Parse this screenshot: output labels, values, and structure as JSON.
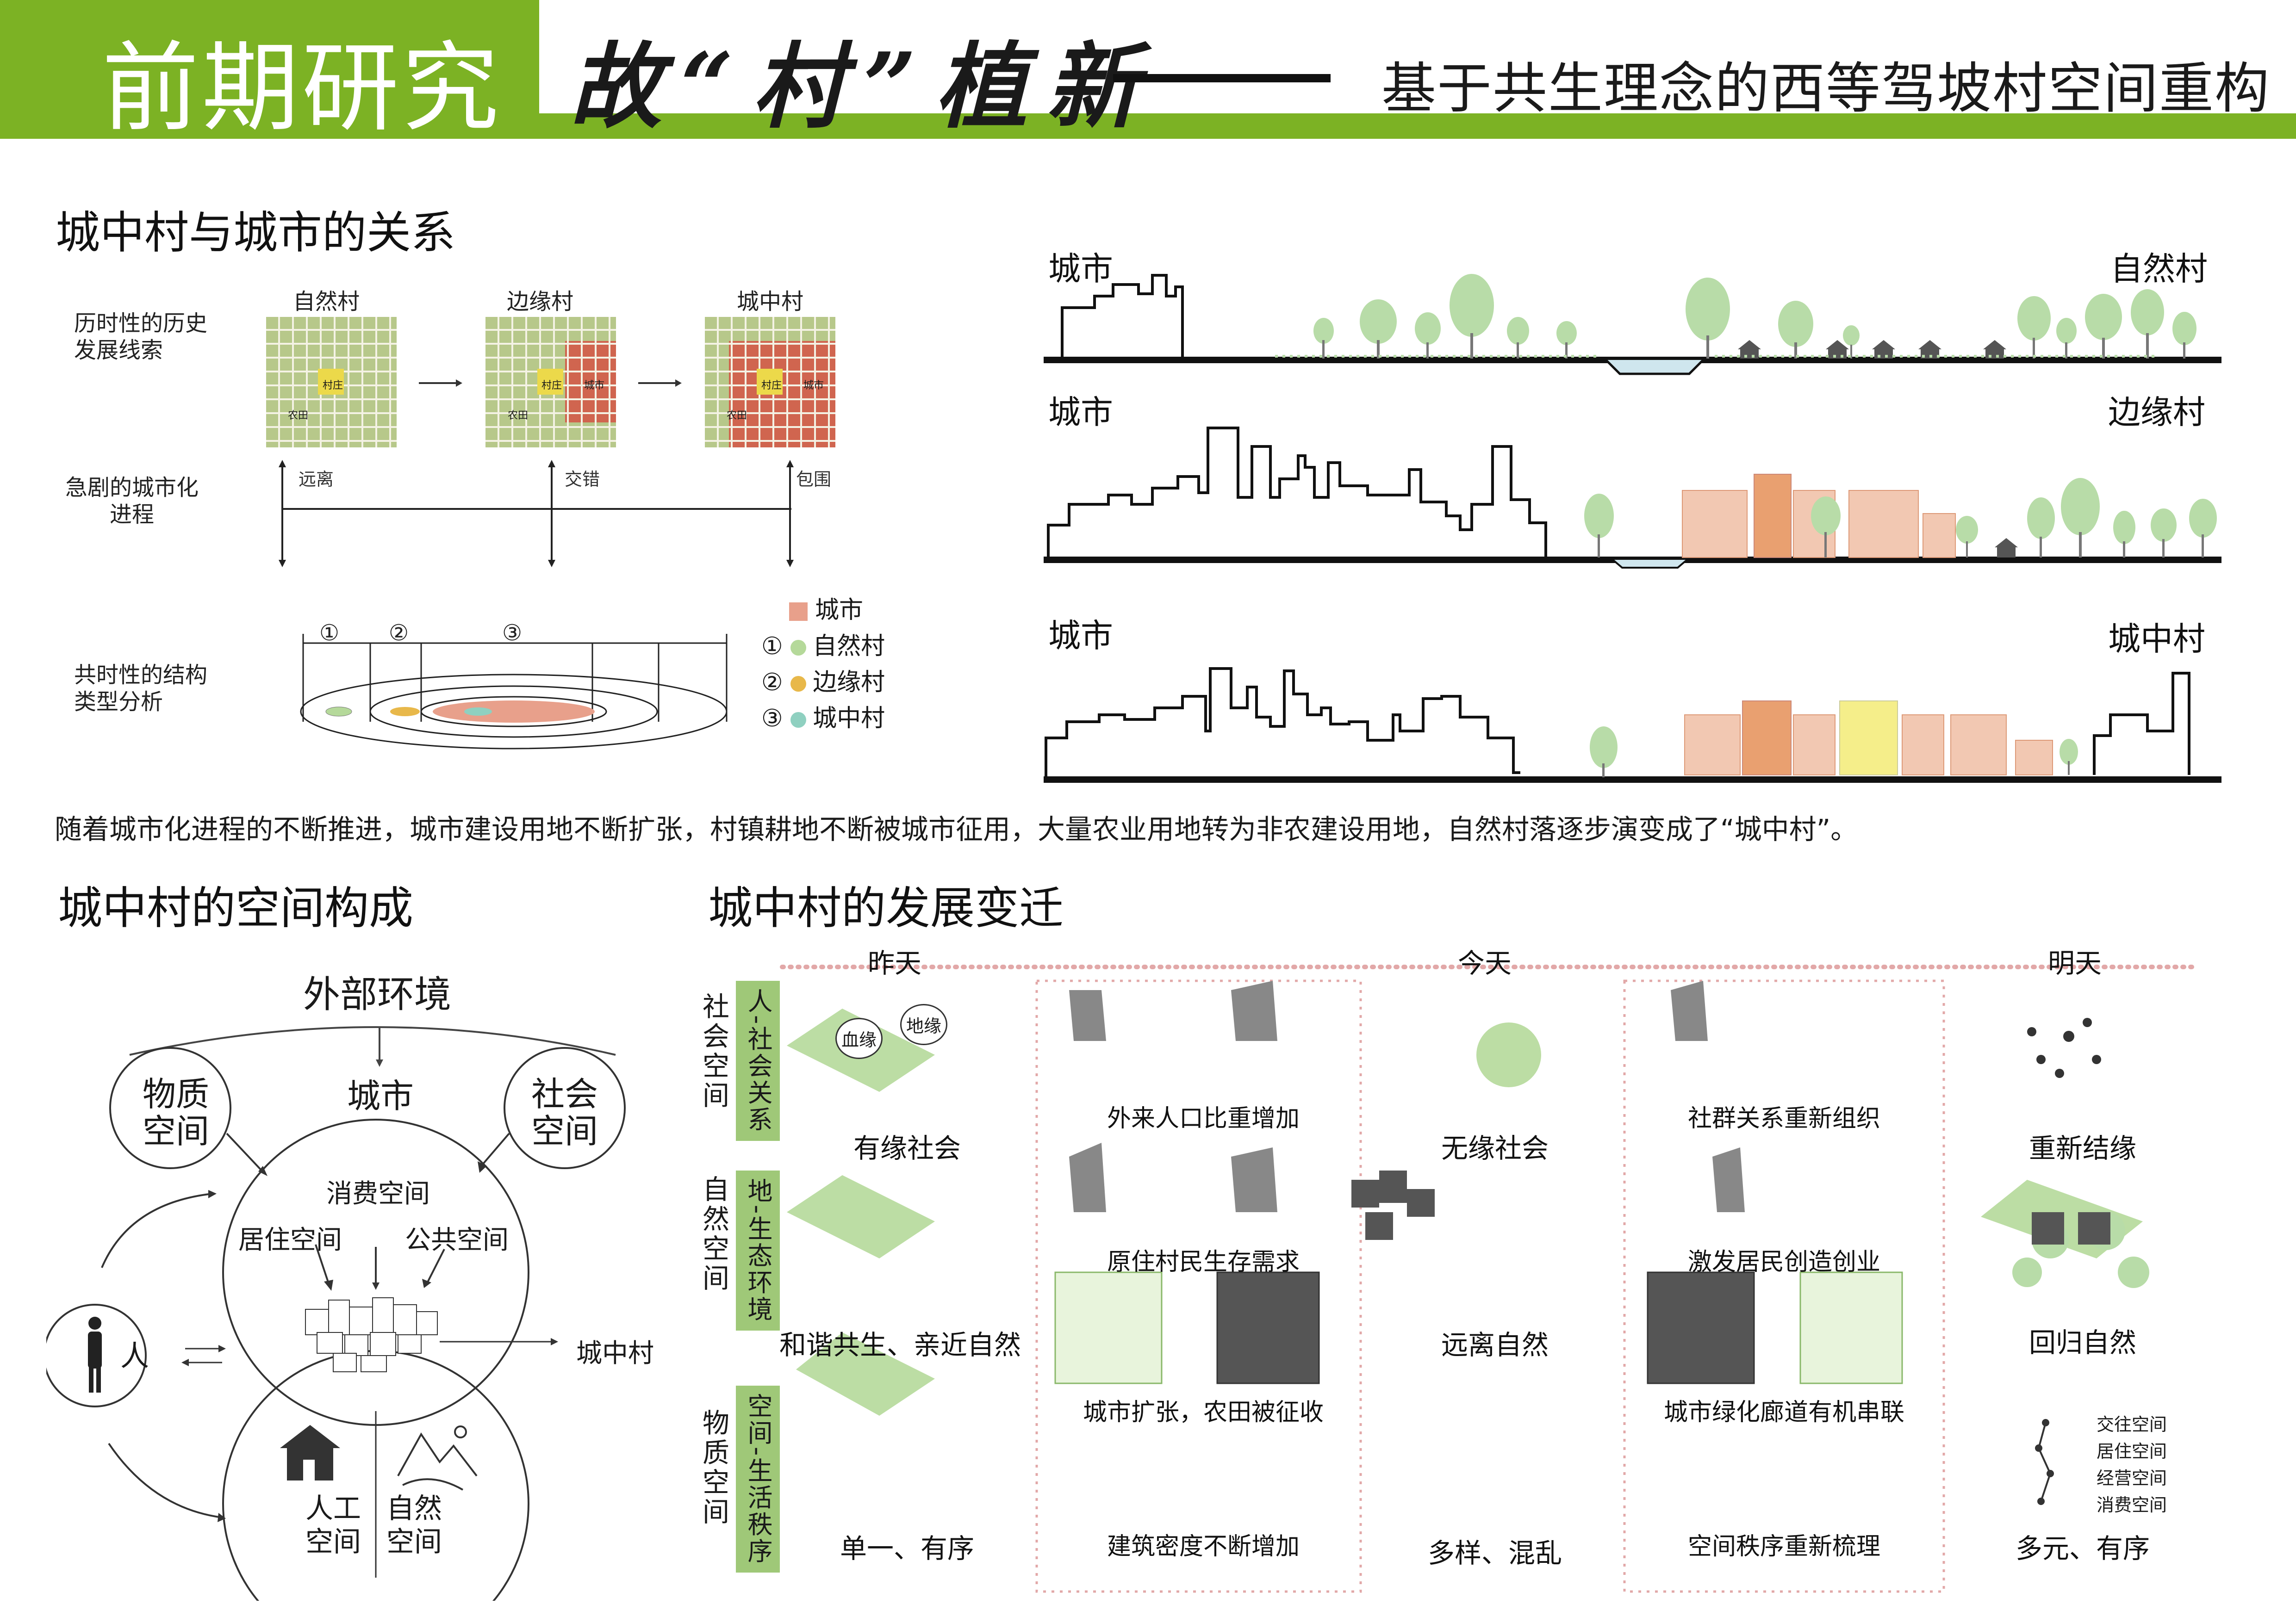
{
  "header": {
    "section_label": "前期研究",
    "calligraphy_title": "故“村”植新",
    "subtitle": "基于共生理念的西等驾坡村空间重构"
  },
  "relation": {
    "title": "城中村与城市的关系",
    "row_labels": {
      "historical": "历时性的历史发展线索",
      "urbanization": "急剧的城市化进程",
      "synchronic": "共时性的结构类型分析"
    },
    "grid_titles": [
      "自然村",
      "边缘村",
      "城中村"
    ],
    "grid_cell_labels": {
      "village": "村庄",
      "farmland": "农田",
      "city": "城市"
    },
    "arrow_labels": [
      "远离",
      "交错",
      "包围"
    ],
    "ring_numbers": [
      "①",
      "②",
      "③"
    ],
    "legend": [
      {
        "label": "城市",
        "color": "#e8a08b",
        "shape": "square"
      },
      {
        "num": "①",
        "label": "自然村",
        "color": "#b5d99a"
      },
      {
        "num": "②",
        "label": "边缘村",
        "color": "#e8b84a"
      },
      {
        "num": "③",
        "label": "城中村",
        "color": "#8fd0c0"
      }
    ],
    "sections": [
      {
        "left": "城市",
        "right": "自然村"
      },
      {
        "left": "城市",
        "right": "边缘村"
      },
      {
        "left": "城市",
        "right": "城中村"
      }
    ],
    "summary": "随着城市化进程的不断推进，城市建设用地不断扩张，村镇耕地不断被城市征用，大量农业用地转为非农建设用地，自然村落逐步演变成了“城中村”。"
  },
  "composition": {
    "title": "城中村的空间构成",
    "outer": "外部环境",
    "city": "城市",
    "physical": "物质空间",
    "social": "社会空间",
    "consumption": "消费空间",
    "residential": "居住空间",
    "public": "公共空间",
    "person": "人",
    "urban_village": "城中村",
    "artificial": "人工空间",
    "natural": "自然空间"
  },
  "evolution": {
    "title": "城中村的发展变迁",
    "periods": [
      "昨天",
      "今天",
      "明天"
    ],
    "row_groups": [
      {
        "outer": "社会空间",
        "inner": "人-社会关系"
      },
      {
        "outer": "自然空间",
        "inner": "地-生态环境"
      },
      {
        "outer": "物质空间",
        "inner": "空间-生活秩序"
      }
    ],
    "yesterday": [
      "有缘社会",
      "和谐共生、亲近自然",
      "单一、有序"
    ],
    "yesterday_tags": [
      "血缘",
      "地缘"
    ],
    "today_left": [
      "外来人口比重增加",
      "原住村民生存需求",
      "城市扩张，农田被征收",
      "建筑密度不断增加"
    ],
    "today_mid": [
      "无缘社会",
      "远离自然",
      "多样、混乱"
    ],
    "today_right": [
      "社群关系重新组织",
      "激发居民创造创业",
      "城市绿化廊道有机串联",
      "空间秩序重新梳理"
    ],
    "tomorrow": [
      "重新结缘",
      "回归自然",
      "多元、有序"
    ],
    "tomorrow_legend": [
      "交往空间",
      "居住空间",
      "经营空间",
      "消费空间"
    ]
  }
}
